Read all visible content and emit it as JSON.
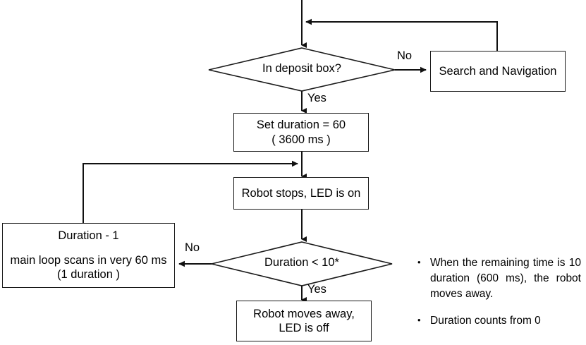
{
  "diagram": {
    "title": "Deposit box duration flowchart",
    "background_color": "#ffffff",
    "line_color": "#1a1a1a",
    "text_color": "#000000"
  },
  "nodes": {
    "decision_deposit": {
      "type": "decision",
      "label": "In deposit box?"
    },
    "search_navigation": {
      "type": "process",
      "label": "Search and Navigation"
    },
    "set_duration": {
      "type": "process",
      "line1": "Set duration = 60",
      "line2": "( 3600 ms )"
    },
    "robot_stops": {
      "type": "process",
      "label": "Robot stops, LED is on"
    },
    "decision_duration": {
      "type": "decision",
      "label": "Duration < 10*"
    },
    "duration_minus_one": {
      "type": "process",
      "line1": "Duration - 1",
      "line2": "main loop scans in very 60 ms",
      "line3": "(1 duration )"
    },
    "robot_moves_away": {
      "type": "process",
      "line1": "Robot moves away,",
      "line2": "LED is off"
    }
  },
  "edge_labels": {
    "deposit_no": "No",
    "deposit_yes": "Yes",
    "duration_no": "No",
    "duration_yes": "Yes"
  },
  "notes": {
    "bullet_glyph": "•",
    "items": [
      "When the remaining time is 10 duration (600 ms), the robot moves away.",
      "Duration counts from 0"
    ]
  }
}
